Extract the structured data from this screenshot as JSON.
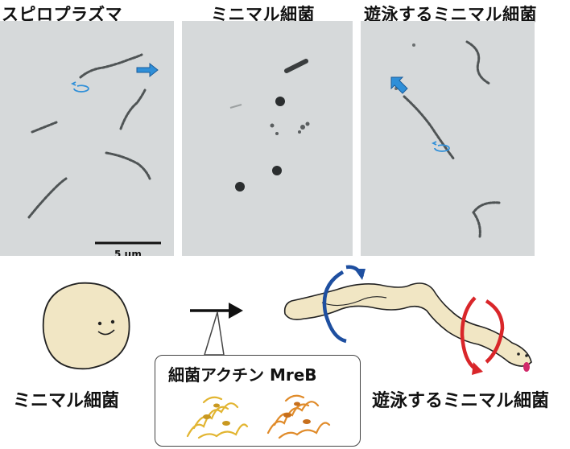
{
  "headings": {
    "left": "スピロプラズマ",
    "middle": "ミニマル細菌",
    "right": "遊泳するミニマル細菌"
  },
  "scale_bar": "5 µm",
  "bottom": {
    "left_label": "ミニマル細菌",
    "right_label": "遊泳するミニマル細菌",
    "callout_title": "細菌アクチン MreB"
  },
  "colors": {
    "panel_bg": "#d6d9da",
    "cell_fill": "#f1e6c4",
    "rotation_blue": "#1e4fa0",
    "rotation_red": "#d9262a",
    "motion_arrow": "#2f8fd8",
    "protein_yellow": "#e2b531",
    "protein_orange": "#e08b2a"
  }
}
